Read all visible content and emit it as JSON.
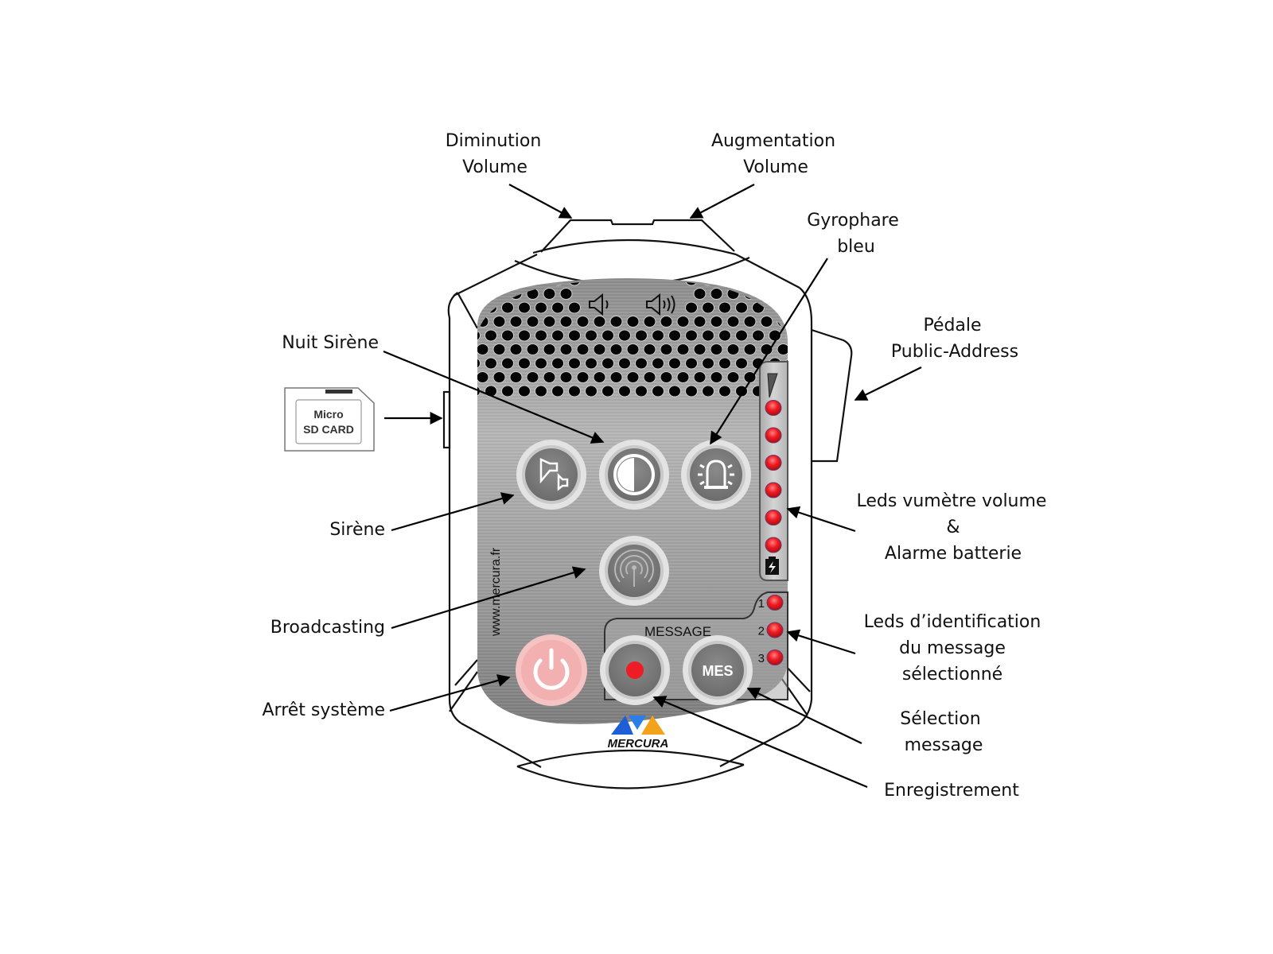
{
  "title": "Mercura megaphone control panel diagram",
  "labels": {
    "volume_down": [
      "Diminution",
      "Volume"
    ],
    "volume_up": [
      "Augmentation",
      "Volume"
    ],
    "gyrophare": [
      "Gyrophare",
      "bleu"
    ],
    "pedale": [
      "Pédale",
      "Public-Address"
    ],
    "nuit_sirene": [
      "Nuit Sirène"
    ],
    "sirene": [
      "Sirène"
    ],
    "broadcasting": [
      "Broadcasting"
    ],
    "arret": [
      "Arrêt système"
    ],
    "vumetre": [
      "Leds vumètre volume",
      "&",
      "Alarme batterie"
    ],
    "leds_message": [
      "Leds d’identification",
      "du message",
      "sélectionné"
    ],
    "selection": [
      "Sélection",
      "message"
    ],
    "enregistrement": [
      "Enregistrement"
    ]
  },
  "device": {
    "website": "www.mercura.fr",
    "brand": "MERCURA",
    "message_panel_label": "MESSAGE",
    "mes_button_label": "MES",
    "message_led_numbers": [
      "1",
      "2",
      "3"
    ],
    "vumeter_led_count": 6,
    "sd_card": [
      "Micro",
      "SD CARD"
    ]
  },
  "colors": {
    "led_red": "#e8161b",
    "power_button": "#f4b4b4",
    "panel_metal": "#9a9a9a",
    "logo_blue": "#1f5fd6",
    "logo_orange": "#f3a21c"
  },
  "icons": {
    "volume_down_icon": "speaker-low",
    "volume_up_icon": "speaker-high",
    "siren_button_icon": "siren-speakers",
    "night_siren_button_icon": "half-circle",
    "gyrophare_button_icon": "beacon-light",
    "broadcast_button_icon": "antenna-waves",
    "power_button_icon": "power",
    "record_button_icon": "record-dot",
    "battery_icon": "battery-bolt"
  }
}
